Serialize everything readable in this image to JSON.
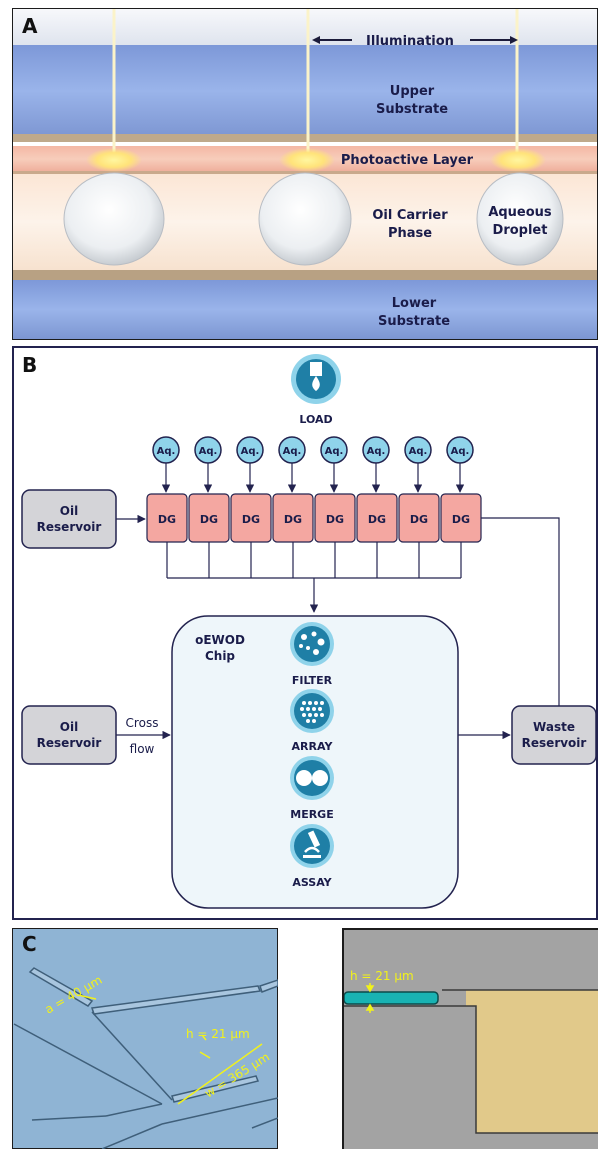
{
  "panel_a": {
    "letter": "A",
    "illumination": "Illumination",
    "upper_substrate": [
      "Upper",
      "Substrate"
    ],
    "photoactive_layer": "Photoactive Layer",
    "oil_phase": [
      "Oil Carrier",
      "Phase"
    ],
    "aqueous_droplet": [
      "Aqueous",
      "Droplet"
    ],
    "lower_substrate": [
      "Lower",
      "Substrate"
    ]
  },
  "panel_b": {
    "letter": "B",
    "load_label": "LOAD",
    "aq_label": "Aq.",
    "dg_label": "DG",
    "oil_reservoir_top": [
      "Oil",
      "Reservoir"
    ],
    "oil_reservoir_bottom": [
      "Oil",
      "Reservoir"
    ],
    "cross_flow": [
      "Cross",
      "flow"
    ],
    "chip_label": [
      "oEWOD",
      "Chip"
    ],
    "modules": [
      "FILTER",
      "ARRAY",
      "MERGE",
      "ASSAY"
    ],
    "waste_reservoir": [
      "Waste",
      "Reservoir"
    ],
    "colors": {
      "dg_fill": "#f4a7a1",
      "reservoir_fill": "#d4d4d8",
      "chip_fill": "#eef6fa",
      "icon_fill": "#1f7fa6",
      "icon_ring": "#8fd3ea",
      "outline": "#23234f"
    }
  },
  "panel_c": {
    "letter": "C",
    "label_a": "a = 40 µm",
    "label_h_left": "h = 21 µm",
    "label_w": "w = 365 µm",
    "label_h_right": "h = 21 µm",
    "colors": {
      "left_bg": "#8fb4d4",
      "right_bg": "#a3a3a3",
      "channel": "#e1c98a",
      "layer": "#19b3b3",
      "annot": "#f2f21a"
    }
  }
}
